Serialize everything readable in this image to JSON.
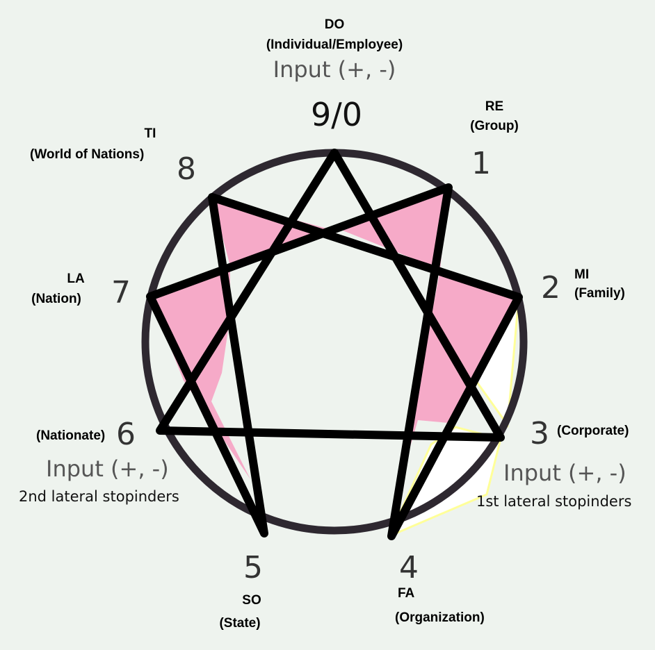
{
  "colors": {
    "background": "#eef3ee",
    "circle": "#2e2830",
    "lines": "#000000",
    "fill_pink": "#f6aac8",
    "fill_white": "#ffffff",
    "fill_yellow": "#ffff99"
  },
  "points": {
    "p0": {
      "number": "9/0",
      "code": "DO",
      "name": "(Individual/Employee)",
      "input": "Input (+, -)"
    },
    "p1": {
      "number": "1",
      "code": "RE",
      "name": "(Group)"
    },
    "p2": {
      "number": "2",
      "code": "MI",
      "name": "(Family)"
    },
    "p3": {
      "number": "3",
      "name": "(Corporate)",
      "input": "Input (+, -)",
      "lateral": "1st lateral stopinders"
    },
    "p4": {
      "number": "4",
      "code": "FA",
      "name": "(Organization)"
    },
    "p5": {
      "number": "5",
      "code": "SO",
      "name": "(State)"
    },
    "p6": {
      "number": "6",
      "name": "(Nationate)",
      "input": "Input (+, -)",
      "lateral": "2nd lateral stopinders"
    },
    "p7": {
      "number": "7",
      "code": "LA",
      "name": "(Nation)"
    },
    "p8": {
      "number": "8",
      "code": "TI",
      "name": "(World of Nations)"
    }
  }
}
